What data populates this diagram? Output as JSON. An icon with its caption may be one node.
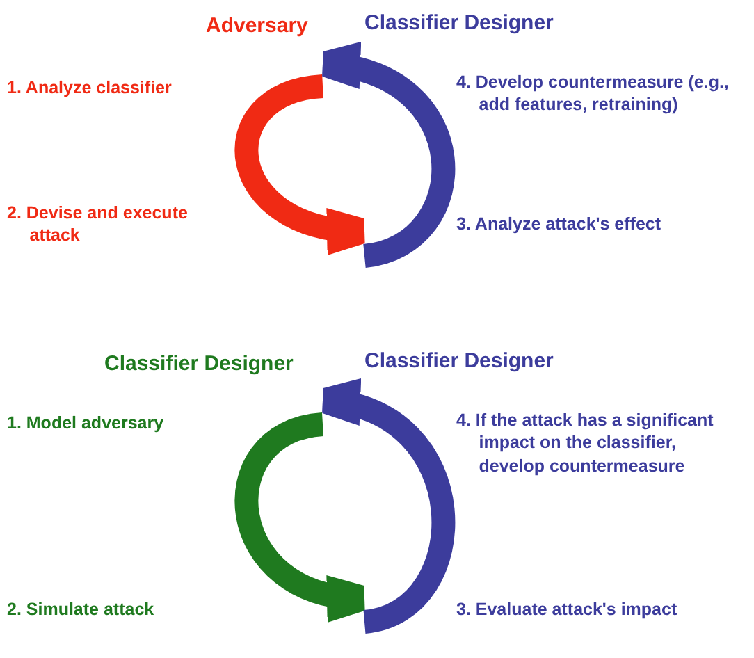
{
  "diagram": {
    "nodes": [
      {
        "text": [
          "Adversary",
          "1. Analyze classifier",
          "2. Devise and execute attack"
        ]
      },
      {
        "text": [
          "Classifier Designer",
          "4. Develop countermeasure (e.g., add features, retraining)",
          "3. Analyze attack's effect"
        ]
      },
      {
        "text": [
          "Classifier Designer",
          "1. Model adversary",
          "2. Simulate attack"
        ]
      },
      {
        "text": [
          "Classifier Designer",
          "4. If the attack has a significant impact on the classifier, develop countermeasure",
          "3. Evaluate attack's impact"
        ]
      }
    ],
    "edges": [
      {
        "from": 0,
        "to": 1,
        "arrow": "to",
        "color": "#f02a14"
      },
      {
        "from": 1,
        "to": 0,
        "arrow": "to",
        "color": "#3c3c9c"
      },
      {
        "from": 2,
        "to": 3,
        "arrow": "to",
        "color": "#1f7a1f"
      },
      {
        "from": 3,
        "to": 2,
        "arrow": "to",
        "color": "#3c3c9c"
      }
    ]
  }
}
